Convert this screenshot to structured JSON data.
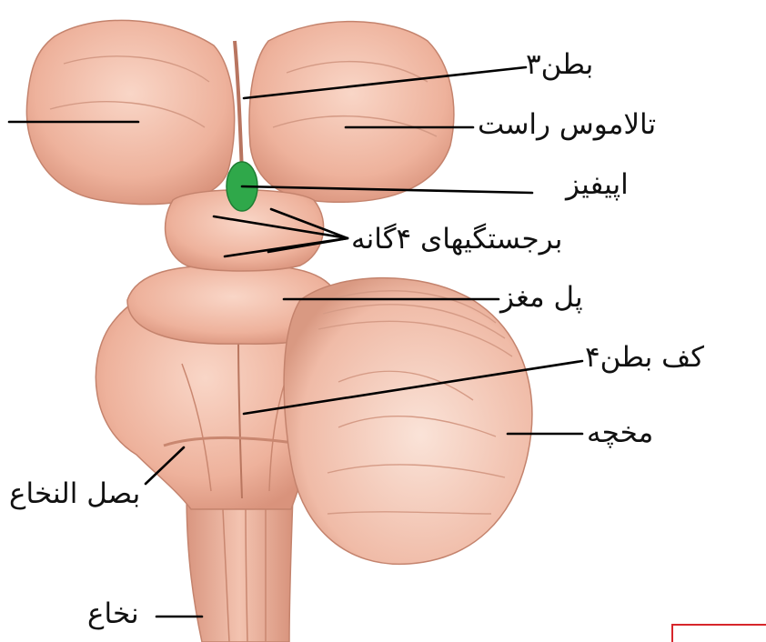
{
  "labels": {
    "ventricle3": "بطن۳",
    "thalamus_right": "تالاموس راست",
    "epiphysis": "اپیفیز",
    "colliculi": "برجستگیهای ۴گانه",
    "pons": "پل مغز",
    "ventricle4_floor": "کف بطن۴",
    "cerebellum": "مخچه",
    "medulla": "بصل النخاع",
    "spinal_cord": "نخاع"
  },
  "colors": {
    "tissue": "#efb9a4",
    "tissue_dark": "#c98770",
    "tissue_light": "#f8d5c6",
    "epiphysis": "#2fa84a",
    "line": "#000000",
    "frame": "#d7262b"
  }
}
